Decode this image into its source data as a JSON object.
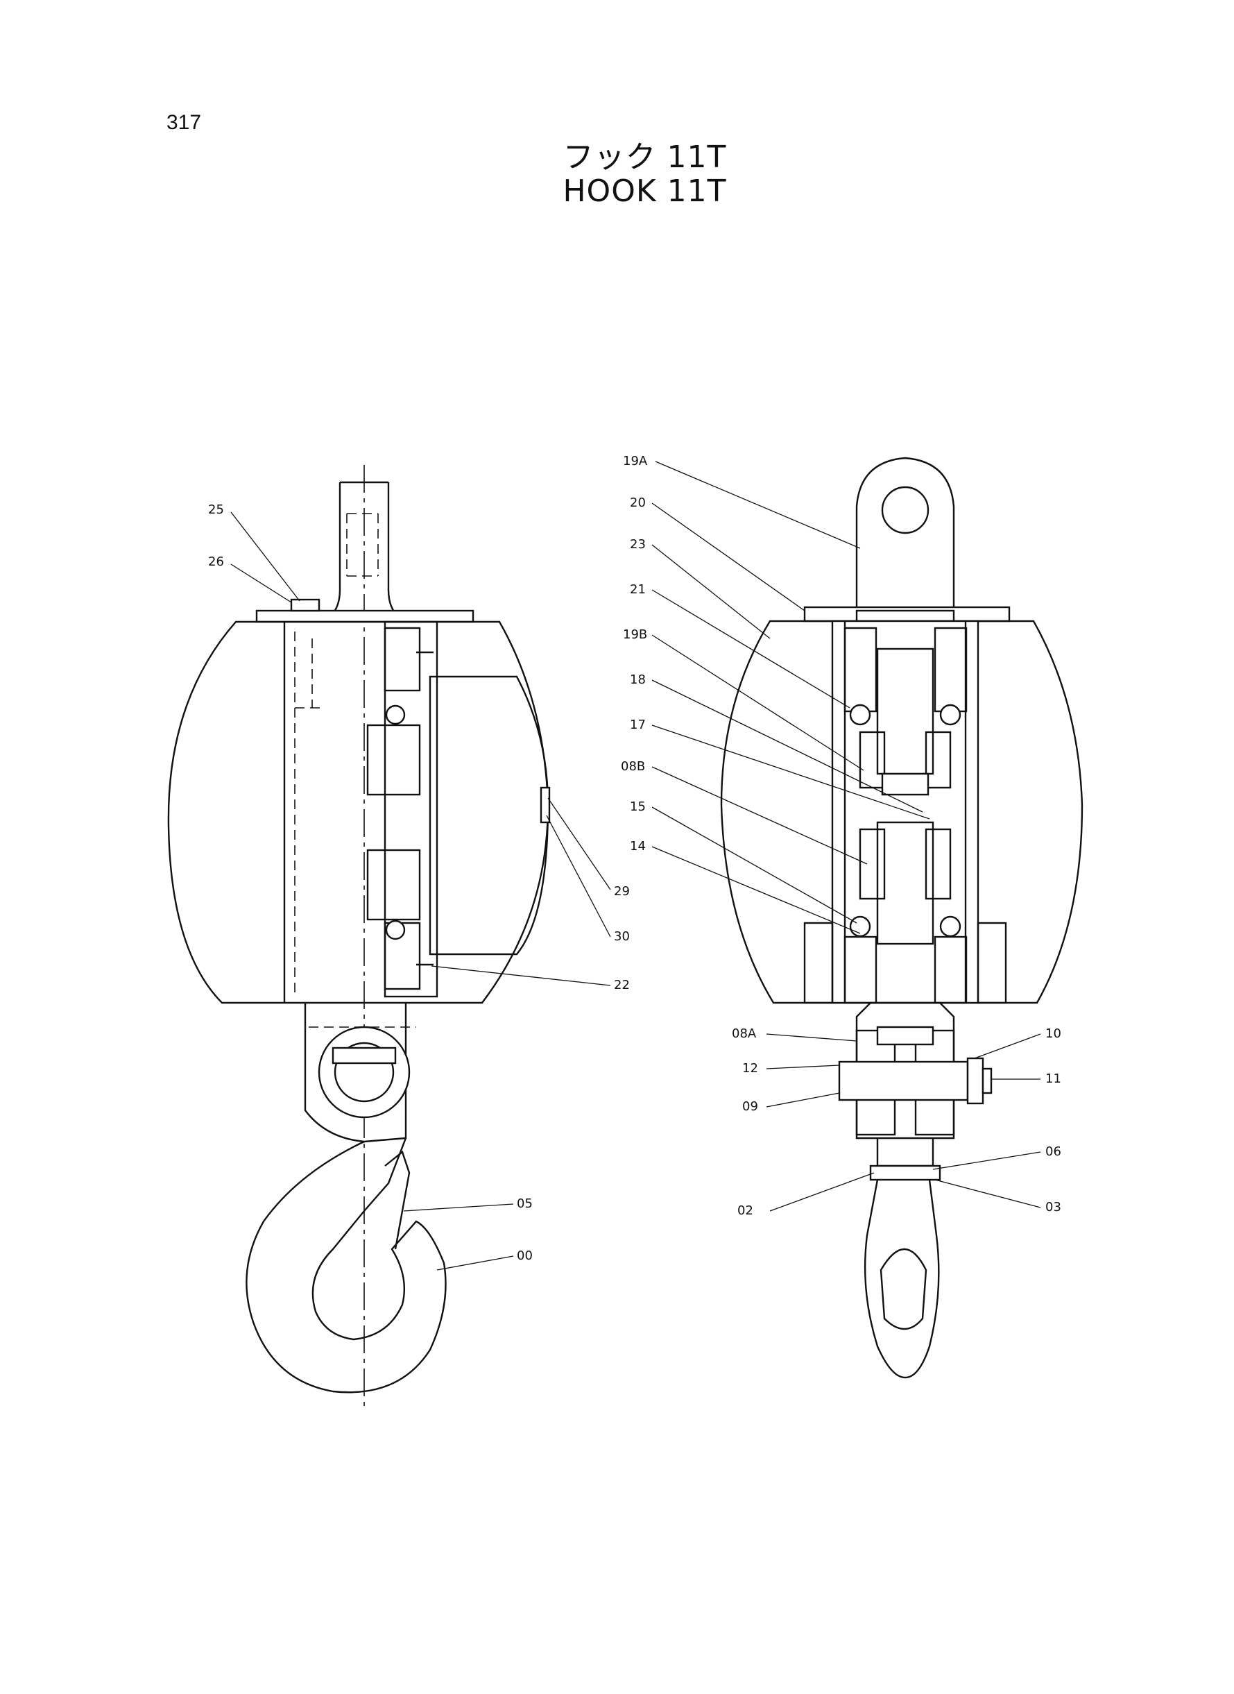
{
  "page_number": "317",
  "title_jp": "フック 11T",
  "title_en": "HOOK 11T",
  "left_labels": {
    "l25": "25",
    "l26": "26",
    "l29": "29",
    "l30": "30",
    "l22": "22",
    "l05": "05",
    "l00": "00"
  },
  "right_labels": {
    "r19a": "19A",
    "r20": "20",
    "r23": "23",
    "r21": "21",
    "r19b": "19B",
    "r18": "18",
    "r17": "17",
    "r08b": "08B",
    "r15": "15",
    "r14": "14",
    "r08a": "08A",
    "r12": "12",
    "r09": "09",
    "r10": "10",
    "r11": "11",
    "r06": "06",
    "r02": "02",
    "r03": "03"
  }
}
